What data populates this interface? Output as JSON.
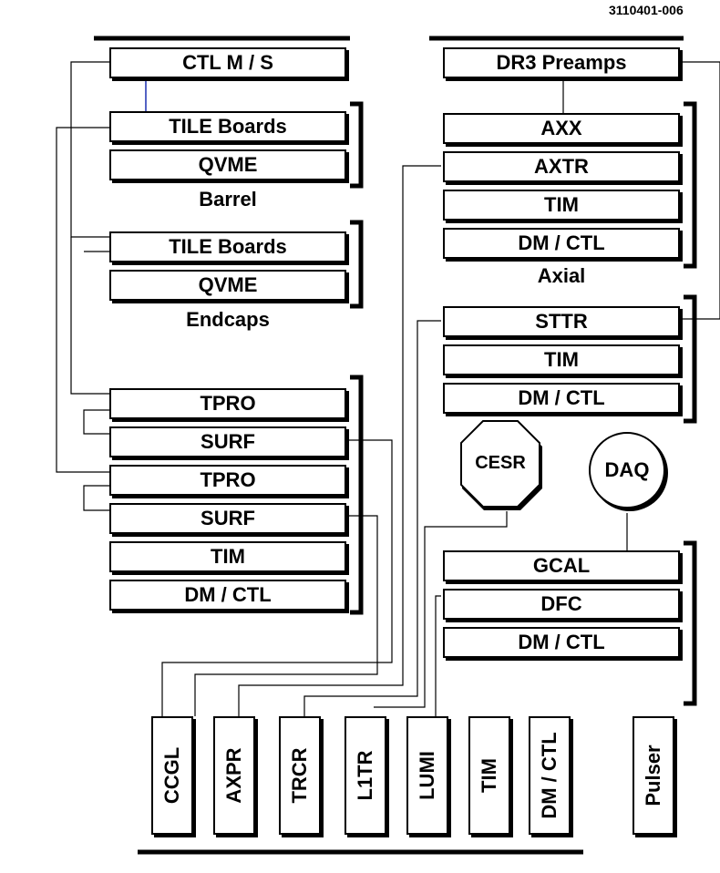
{
  "figure_id": "3110401-006",
  "barrel": {
    "ctl": "CTL  M / S",
    "tile": "TILE Boards",
    "qvme": "QVME",
    "label": "Barrel"
  },
  "endcaps": {
    "tile": "TILE Boards",
    "qvme": "QVME",
    "label": "Endcaps"
  },
  "left_crate": {
    "tpro1": "TPRO",
    "surf1": "SURF",
    "tpro2": "TPRO",
    "surf2": "SURF",
    "tim": "TIM",
    "dmctl": "DM / CTL"
  },
  "axial": {
    "preamps": "DR3 Preamps",
    "axx": "AXX",
    "axtr": "AXTR",
    "tim": "TIM",
    "dmctl": "DM / CTL",
    "label": "Axial"
  },
  "stereo": {
    "sttr": "STTR",
    "tim": "TIM",
    "dmctl": "DM / CTL"
  },
  "external": {
    "cesr": "CESR",
    "daq": "DAQ"
  },
  "gcal_crate": {
    "gcal": "GCAL",
    "dfc": "DFC",
    "dmctl": "DM / CTL"
  },
  "bottom_crate": {
    "modules": [
      "CCGL",
      "AXPR",
      "TRCR",
      "L1TR",
      "LUMI",
      "TIM",
      "DM / CTL"
    ],
    "pulser": "Pulser"
  }
}
